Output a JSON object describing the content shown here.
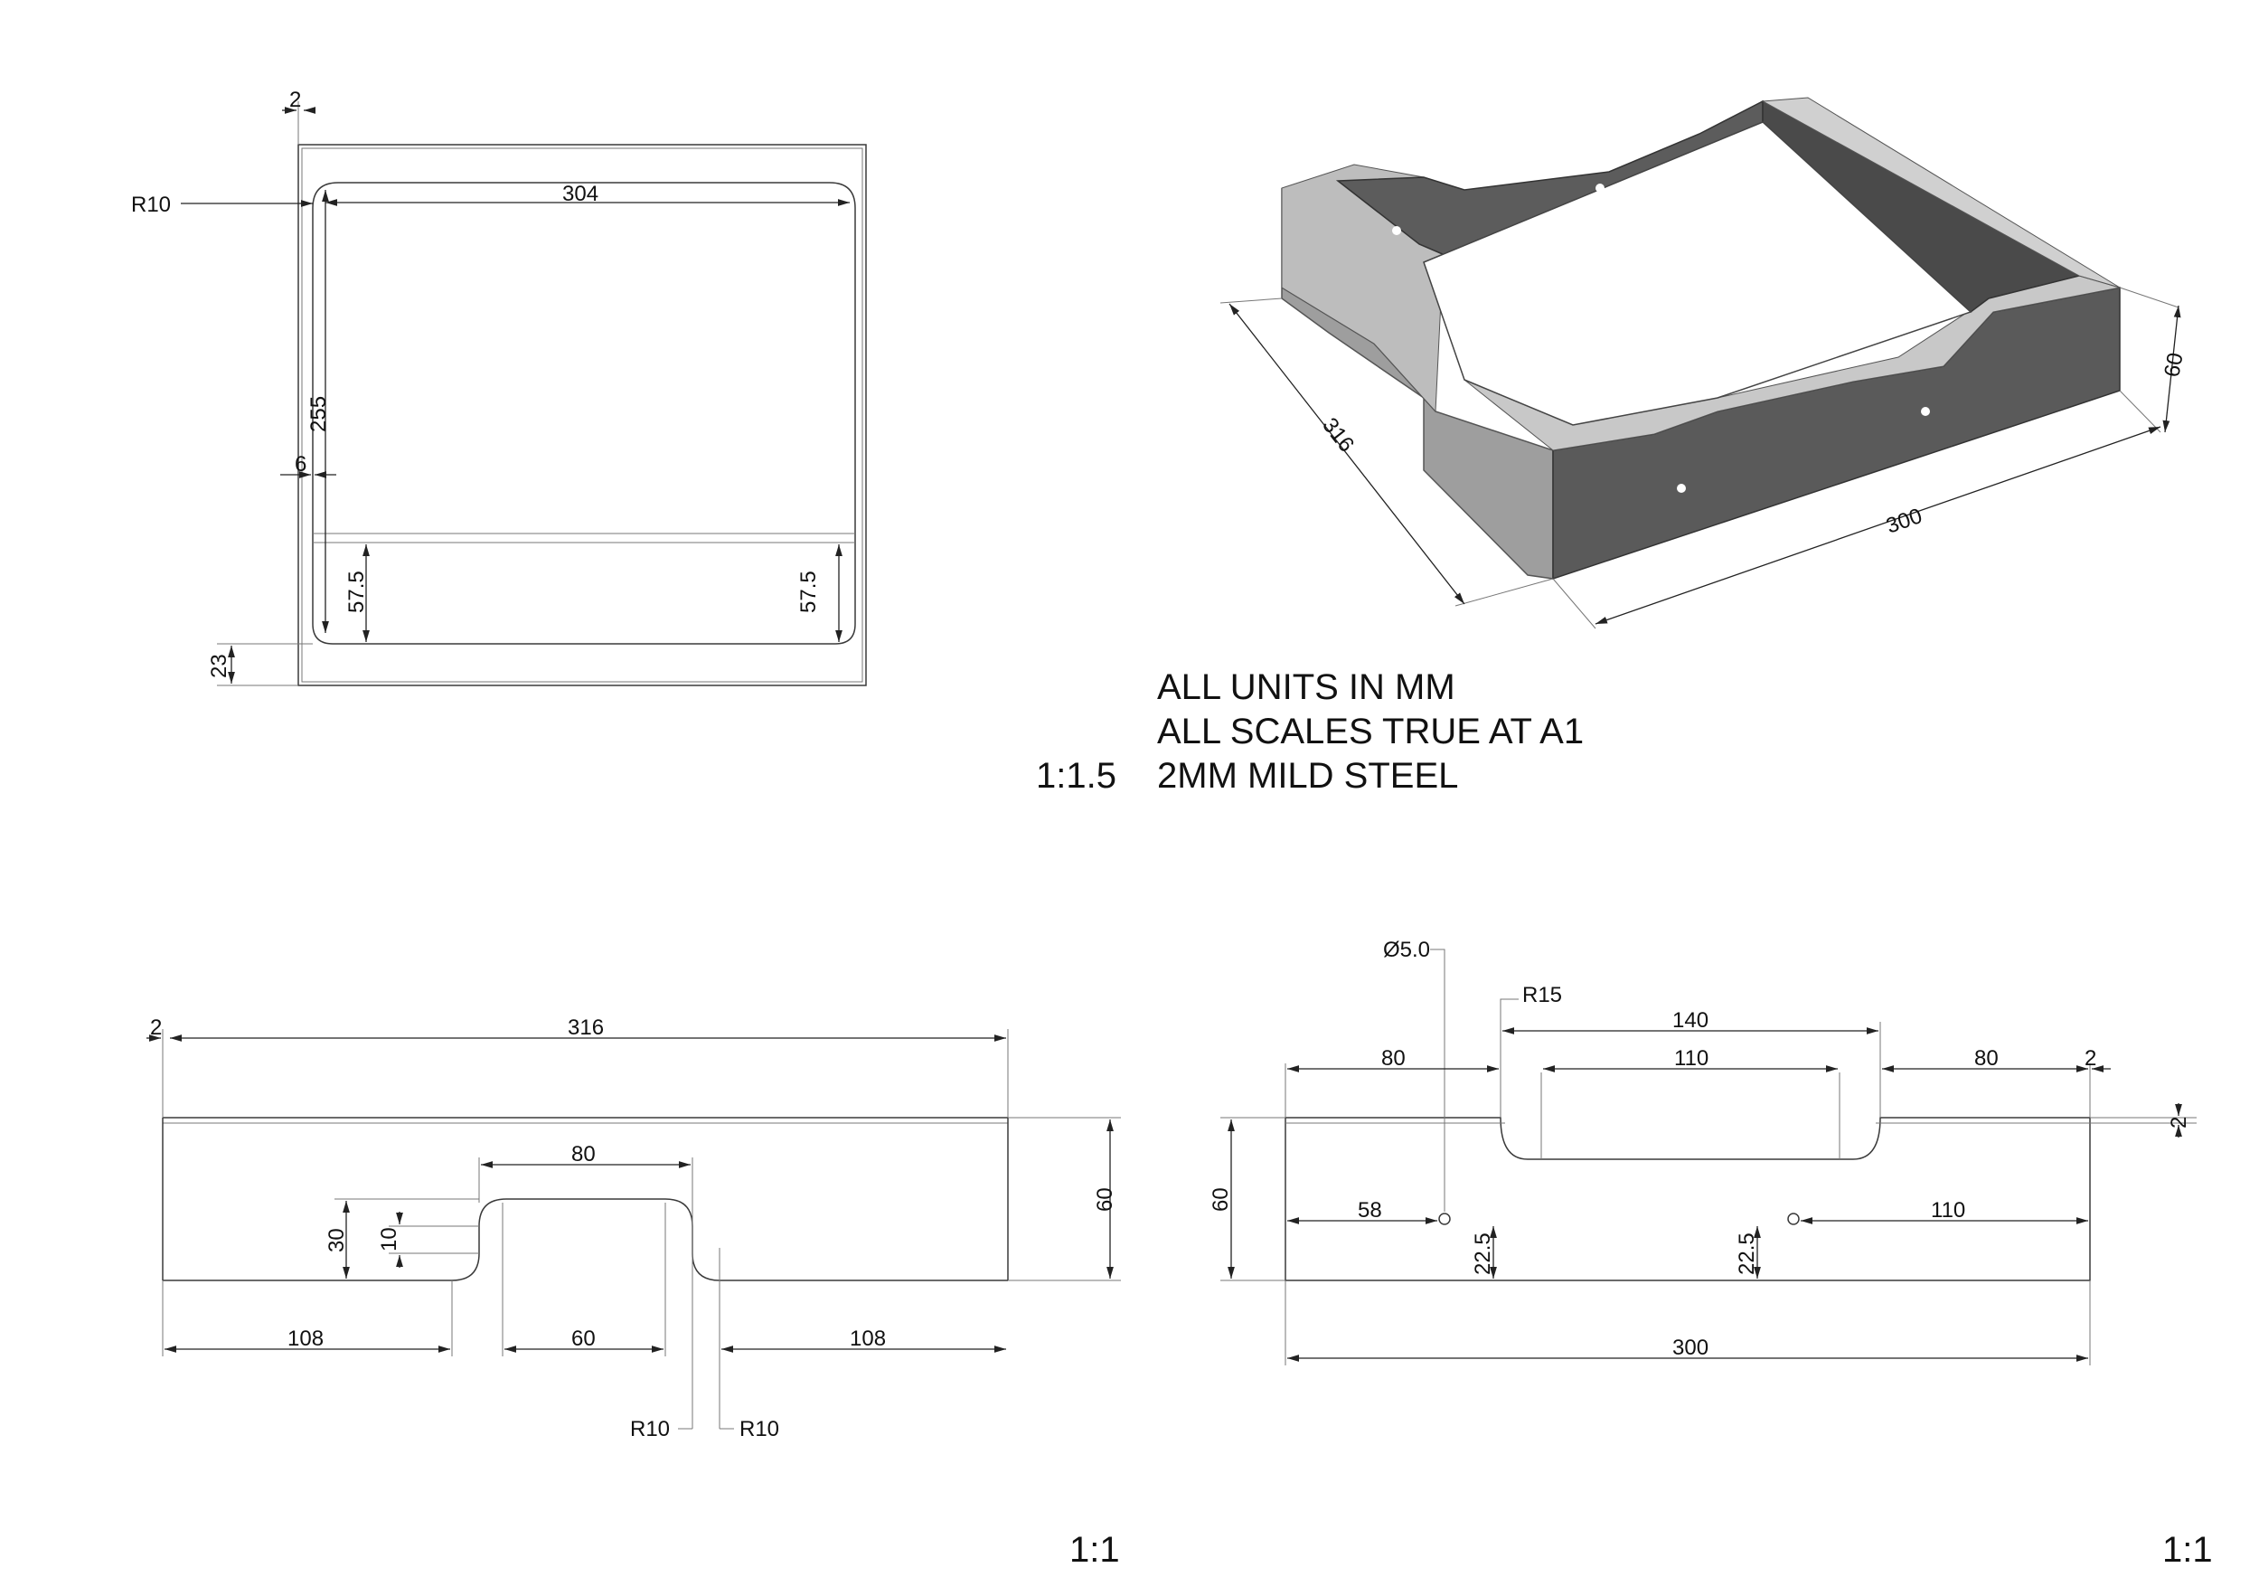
{
  "notes": {
    "scale_main": "1:1.5",
    "line1": "ALL UNITS IN MM",
    "line2": "ALL SCALES TRUE AT A1",
    "line3": "2MM MILD STEEL",
    "scale_bottom_left": "1:1",
    "scale_bottom_right": "1:1"
  },
  "top_view": {
    "thickness": "2",
    "radius": "R10",
    "width": "304",
    "depth": "255",
    "offset": "6",
    "notch_left": "57.5",
    "notch_right": "57.5",
    "bottom_offset": "23"
  },
  "iso_view": {
    "length": "316",
    "width": "300",
    "height": "60"
  },
  "side_view": {
    "thickness": "2",
    "length": "316",
    "slot_top": "80",
    "height": "60",
    "slot_depth": "30",
    "slot_radius_h": "10",
    "left": "108",
    "slot_bottom": "60",
    "right": "108",
    "radius_left": "R10",
    "radius_right": "R10"
  },
  "front_view": {
    "hole": "Ø5.0",
    "radius": "R15",
    "slot_outer": "140",
    "left": "80",
    "slot_inner": "110",
    "right": "80",
    "thickness_top": "2",
    "thickness_side": "2",
    "height": "60",
    "hole_left": "58",
    "hole_right": "110",
    "hole_h_left": "22.5",
    "hole_h_right": "22.5",
    "width": "300"
  }
}
